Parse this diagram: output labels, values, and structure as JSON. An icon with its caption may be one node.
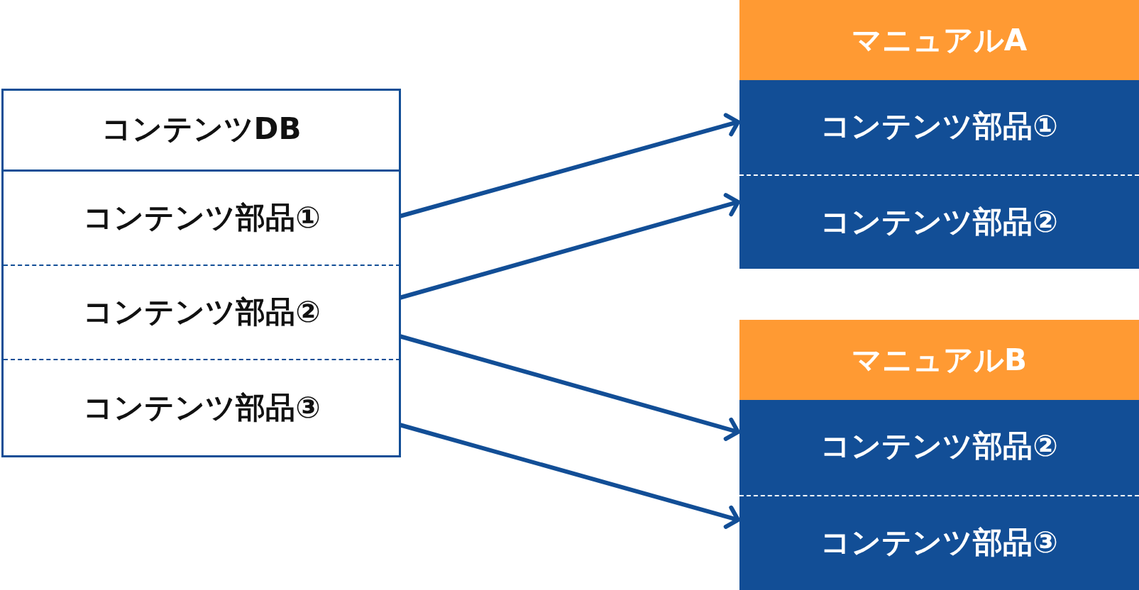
{
  "diagram": {
    "nodes": [
      {
        "text": [
          "コンテンツDB"
        ]
      },
      {
        "text": [
          "コンテンツ部品①"
        ],
        "in": 0
      },
      {
        "text": [
          "コンテンツ部品②"
        ],
        "in": 0
      },
      {
        "text": [
          "コンテンツ部品③"
        ],
        "in": 0
      },
      {
        "text": [
          "マニュアルA"
        ]
      },
      {
        "text": [
          "コンテンツ部品①"
        ],
        "in": 4
      },
      {
        "text": [
          "コンテンツ部品②"
        ],
        "in": 4
      },
      {
        "text": [
          "マニュアルB"
        ]
      },
      {
        "text": [
          "コンテンツ部品②"
        ],
        "in": 7
      },
      {
        "text": [
          "コンテンツ部品③"
        ],
        "in": 7
      }
    ],
    "edges": [
      {
        "from": 1,
        "to": 5,
        "arrow": "to"
      },
      {
        "from": 2,
        "to": 6,
        "arrow": "to"
      },
      {
        "from": 2,
        "to": 8,
        "arrow": "to"
      },
      {
        "from": 3,
        "to": 9,
        "arrow": "to"
      }
    ]
  }
}
